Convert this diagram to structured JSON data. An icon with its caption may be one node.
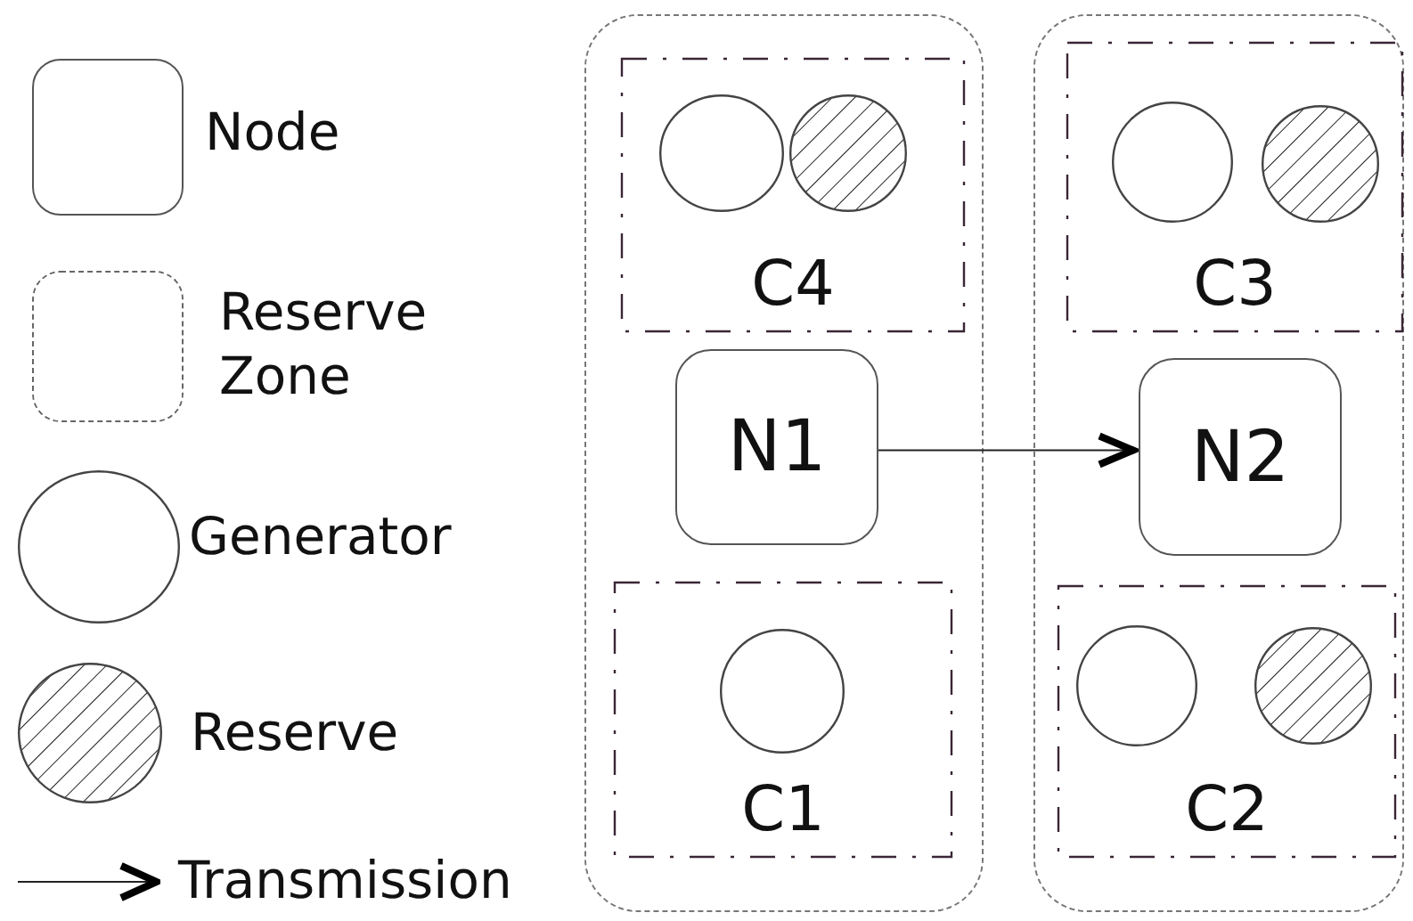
{
  "diagram": {
    "nodes": [
      {
        "text": [],
        "shape": "box"
      },
      {
        "text": [
          "C4"
        ],
        "in": 0
      },
      {
        "text": [],
        "shape": "circle",
        "in": 1
      },
      {
        "text": [],
        "shape": "circle",
        "in": 1
      },
      {
        "text": [
          "N1"
        ],
        "in": 0
      },
      {
        "text": [
          "C1"
        ],
        "in": 0
      },
      {
        "text": [],
        "shape": "circle",
        "in": 5
      },
      {
        "text": [],
        "shape": "box"
      },
      {
        "text": [
          "C3"
        ],
        "in": 7
      },
      {
        "text": [],
        "shape": "circle",
        "in": 8
      },
      {
        "text": [],
        "shape": "circle",
        "in": 8
      },
      {
        "text": [
          "N2"
        ],
        "in": 7
      },
      {
        "text": [
          "C2"
        ],
        "in": 7
      },
      {
        "text": [],
        "shape": "circle",
        "in": 12
      },
      {
        "text": [],
        "shape": "circle",
        "in": 12
      }
    ],
    "edges": [
      {
        "from": 4,
        "to": 11,
        "arrow": "to"
      }
    ],
    "legend": [
      {
        "text": "Node"
      },
      {
        "text": "Reserve Zone"
      },
      {
        "text": "Generator"
      },
      {
        "text": "Reserve"
      },
      {
        "text": "Transmission"
      }
    ]
  }
}
